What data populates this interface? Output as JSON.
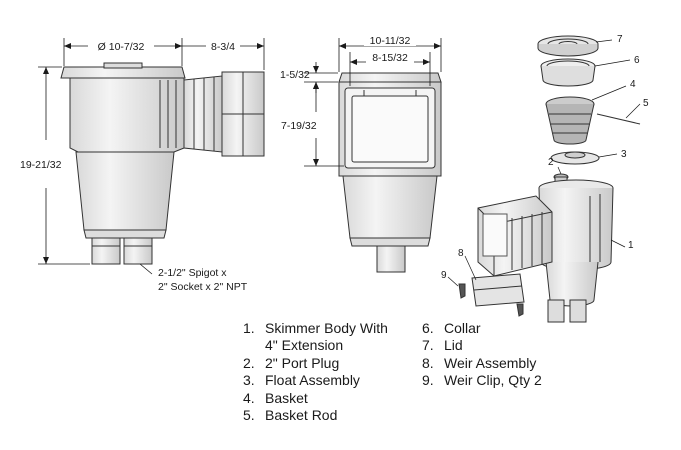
{
  "dimensions": {
    "side_top_diameter": "Ø 10-7/32",
    "side_extension_length": "8-3/4",
    "side_height": "19-21/32",
    "front_overall_width": "10-11/32",
    "front_opening_width": "8-15/32",
    "front_lip_height": "1-5/32",
    "front_opening_height": "7-19/32"
  },
  "note": {
    "line1": "2-1/2\" Spigot x",
    "line2": "2\" Socket x 2\" NPT"
  },
  "callouts": [
    "1",
    "2",
    "3",
    "4",
    "5",
    "6",
    "7",
    "8",
    "9"
  ],
  "parts_left": [
    {
      "num": "1.",
      "label": "Skimmer Body With"
    },
    {
      "num": "",
      "label": "4\" Extension"
    },
    {
      "num": "2.",
      "label": "2\" Port Plug"
    },
    {
      "num": "3.",
      "label": "Float Assembly"
    },
    {
      "num": "4.",
      "label": "Basket"
    },
    {
      "num": "5.",
      "label": "Basket Rod"
    }
  ],
  "parts_right": [
    {
      "num": "6.",
      "label": "Collar"
    },
    {
      "num": "7.",
      "label": "Lid"
    },
    {
      "num": "8.",
      "label": "Weir Assembly"
    },
    {
      "num": "9.",
      "label": "Weir Clip, Qty 2"
    }
  ]
}
